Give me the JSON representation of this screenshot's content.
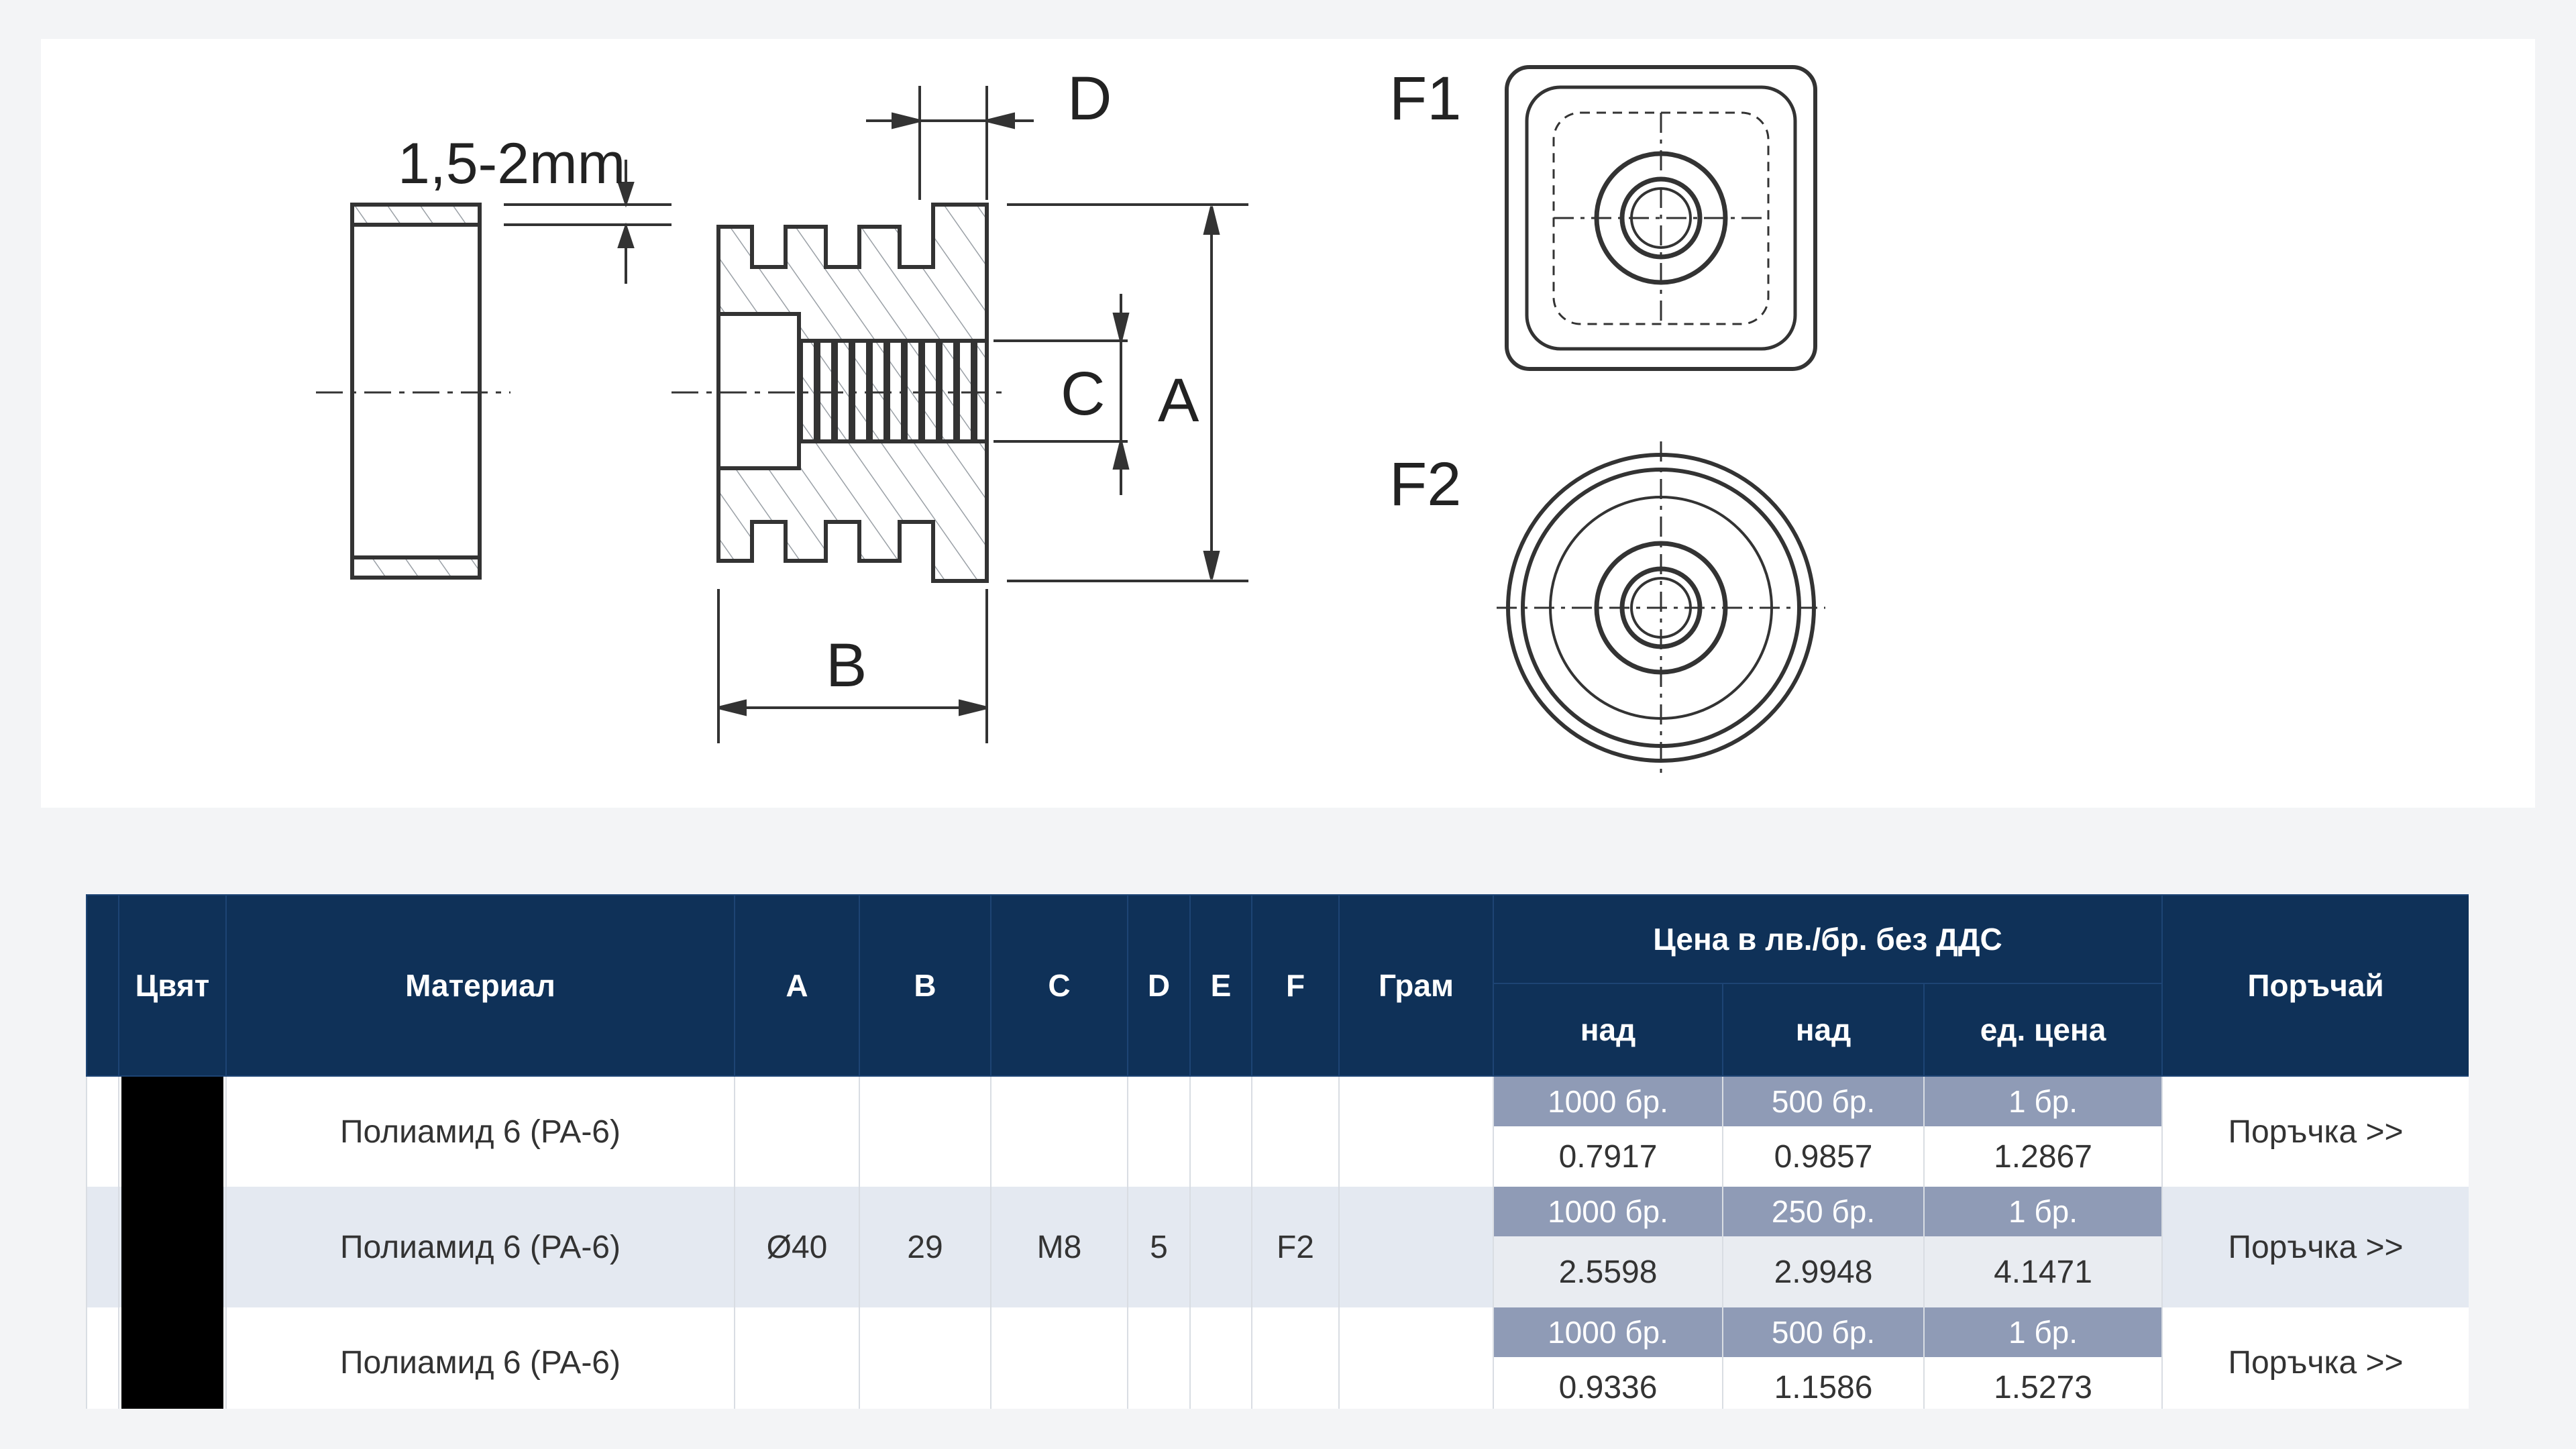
{
  "drawing": {
    "dim_thickness": "1,5-2mm",
    "label_a": "A",
    "label_b": "B",
    "label_c": "C",
    "label_d": "D",
    "label_f1": "F1",
    "label_f2": "F2"
  },
  "table": {
    "headers": {
      "color": "Цвят",
      "material": "Материал",
      "a": "A",
      "b": "B",
      "c": "C",
      "d": "D",
      "e": "E",
      "f": "F",
      "gram": "Грам",
      "price_group": "Цена в лв./бр. без ДДС",
      "price_over_1": "над",
      "price_over_2": "над",
      "price_unit": "ед. цена",
      "order": "Поръчай"
    },
    "rows": [
      {
        "swatch_color": "#000000",
        "material": "Полиамид 6 (PA-6)",
        "a": "",
        "b": "",
        "c": "",
        "d": "",
        "e": "",
        "f": "",
        "gram": "",
        "qty1": "1000 бр.",
        "qty2": "500 бр.",
        "qty3": "1 бр.",
        "price1": "0.7917",
        "price2": "0.9857",
        "price3": "1.2867",
        "order": "Поръчка >>"
      },
      {
        "swatch_color": "#000000",
        "material": "Полиамид 6 (PA-6)",
        "a": "Ø40",
        "b": "29",
        "c": "M8",
        "d": "5",
        "e": "",
        "f": "F2",
        "gram": "",
        "qty1": "1000 бр.",
        "qty2": "250 бр.",
        "qty3": "1 бр.",
        "price1": "2.5598",
        "price2": "2.9948",
        "price3": "4.1471",
        "order": "Поръчка >>"
      },
      {
        "swatch_color": "#000000",
        "material": "Полиамид 6 (PA-6)",
        "a": "",
        "b": "",
        "c": "",
        "d": "",
        "e": "",
        "f": "",
        "gram": "",
        "qty1": "1000 бр.",
        "qty2": "500 бр.",
        "qty3": "1 бр.",
        "price1": "0.9336",
        "price2": "1.1586",
        "price3": "1.5273",
        "order": "Поръчка >>"
      }
    ]
  }
}
